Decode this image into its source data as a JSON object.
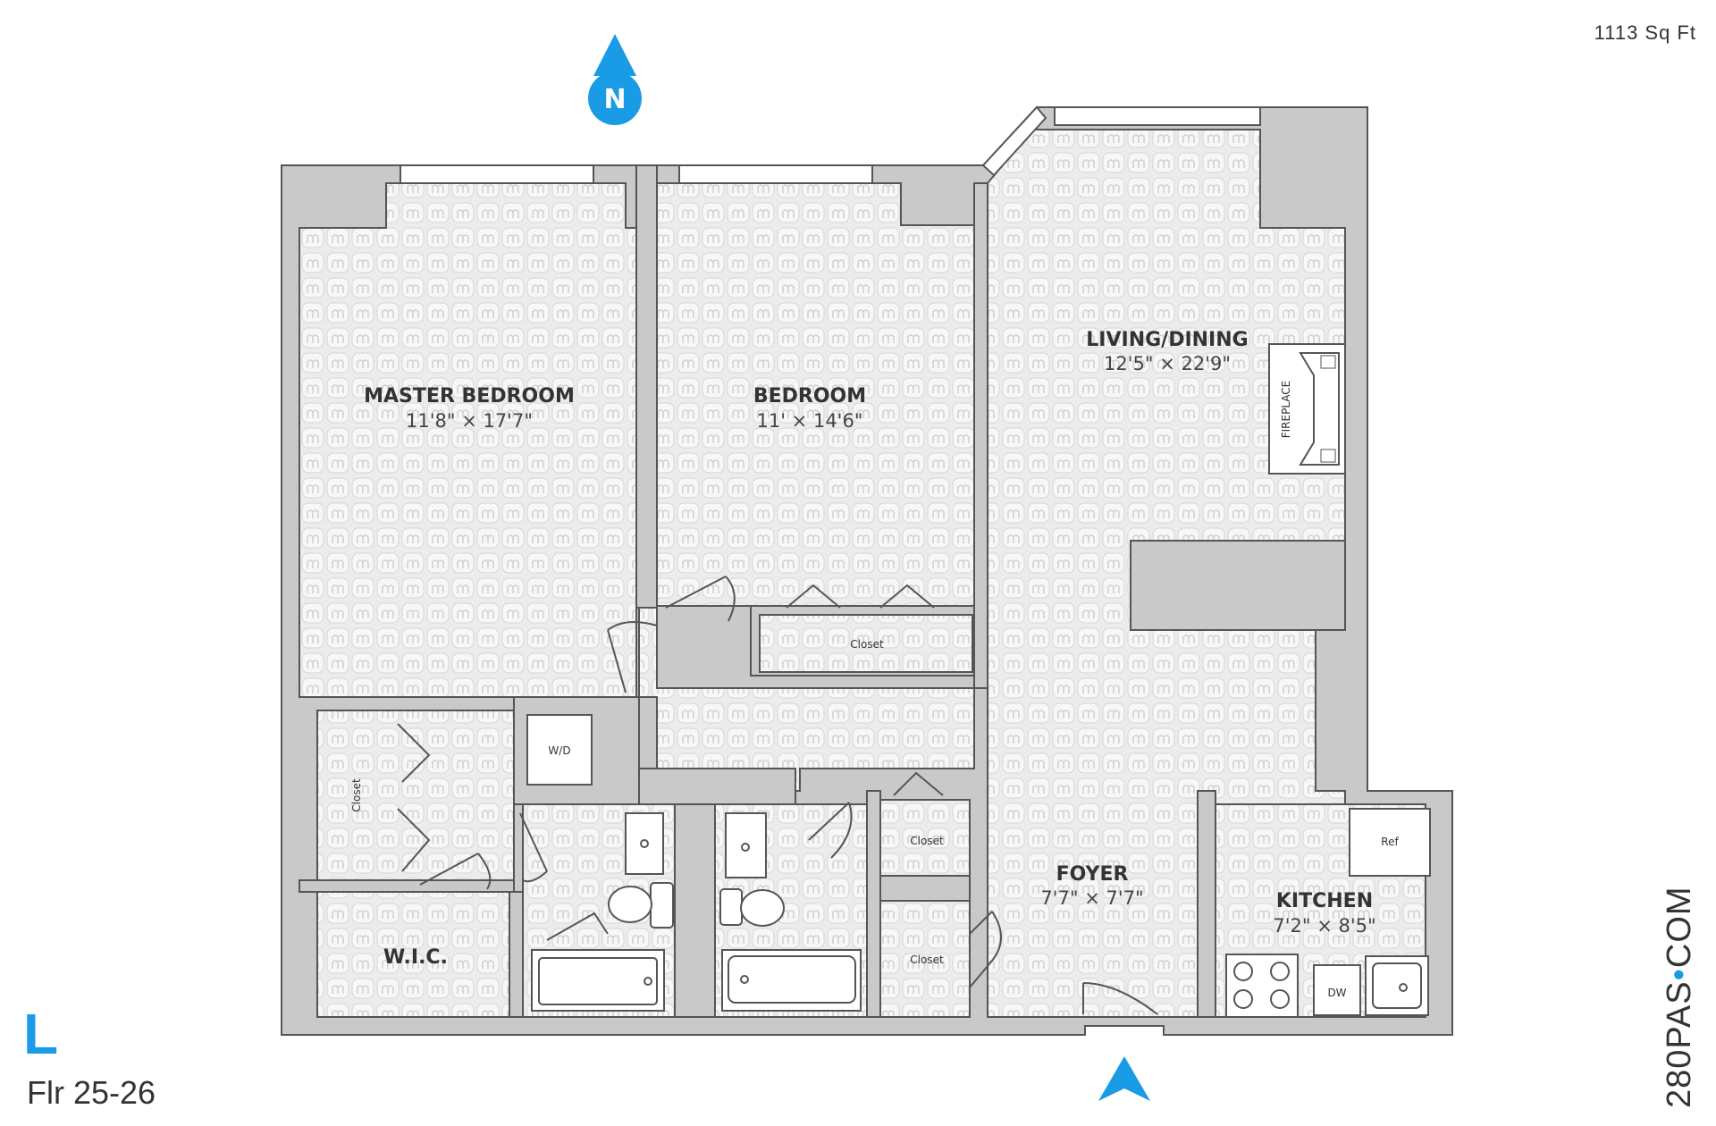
{
  "header": {
    "area": "1113  Sq Ft"
  },
  "compass": {
    "label": "N"
  },
  "rooms": {
    "master_bedroom": {
      "name": "MASTER BEDROOM",
      "dims": "11'8\" × 17'7\""
    },
    "bedroom": {
      "name": "BEDROOM",
      "dims": "11' × 14'6\""
    },
    "living_dining": {
      "name": "LIVING/DINING",
      "dims": "12'5\" × 22'9\""
    },
    "foyer": {
      "name": "FOYER",
      "dims": "7'7\" × 7'7\""
    },
    "kitchen": {
      "name": "KITCHEN",
      "dims": "7'2\" × 8'5\""
    },
    "wic": {
      "name": "W.I.C."
    }
  },
  "labels": {
    "fireplace": "FIREPLACE",
    "closet": "Closet",
    "wd": "W/D",
    "ref": "Ref",
    "dw": "DW"
  },
  "footer": {
    "unit": "L",
    "floor": "Flr 25-26"
  },
  "brand": {
    "main": "280PAS",
    "dot": "•",
    "tld": "COM"
  },
  "colors": {
    "accent": "#1a9be6",
    "wall": "#c9c9c9",
    "wall_stroke": "#555555",
    "floor_tile": "#dedede"
  }
}
